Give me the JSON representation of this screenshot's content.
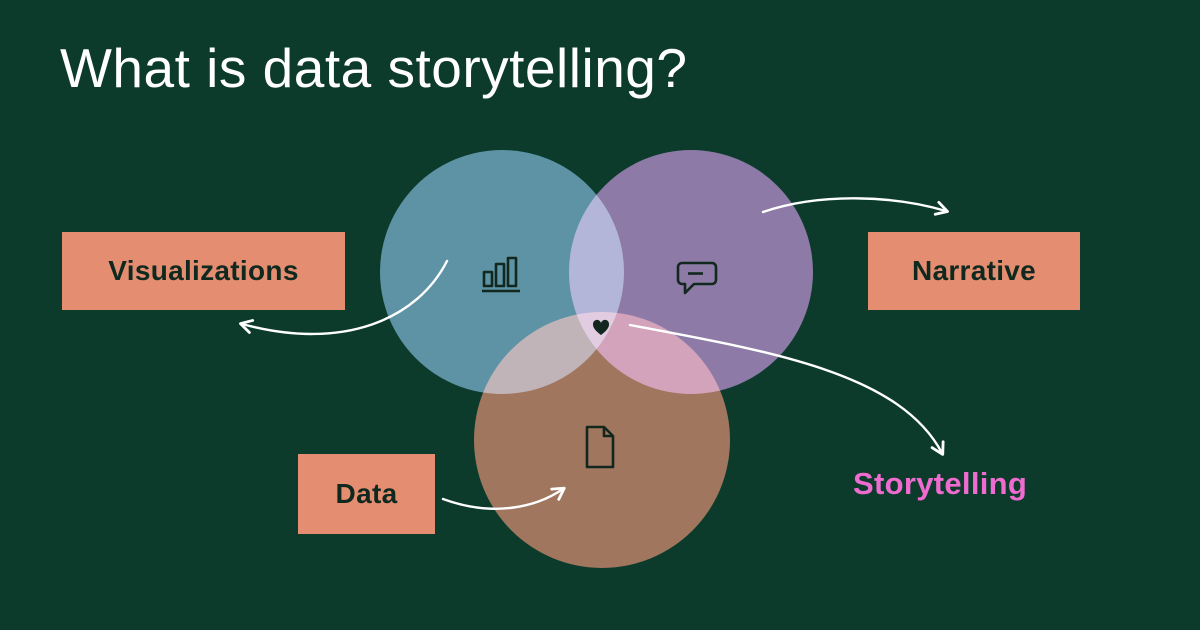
{
  "title": "What is data storytelling?",
  "diagram": {
    "labels": {
      "visualizations": "Visualizations",
      "narrative": "Narrative",
      "data": "Data",
      "storytelling": "Storytelling"
    },
    "circles": [
      {
        "name": "visualizations",
        "icon": "bar-chart-icon"
      },
      {
        "name": "narrative",
        "icon": "speech-bubble-icon"
      },
      {
        "name": "data",
        "icon": "document-icon"
      }
    ],
    "center_icon": "heart-icon"
  },
  "colors": {
    "background": "#0c3b2c",
    "title_text": "#ffffff",
    "label_box": "#e58d71",
    "label_text": "#10291f",
    "storytelling_text": "#ef6bcf",
    "circle_visualizations": "#5d93a4",
    "circle_narrative": "#8d7aa6",
    "circle_data": "#a1765e",
    "arrow": "#ffffff",
    "icon": "#12281e"
  }
}
